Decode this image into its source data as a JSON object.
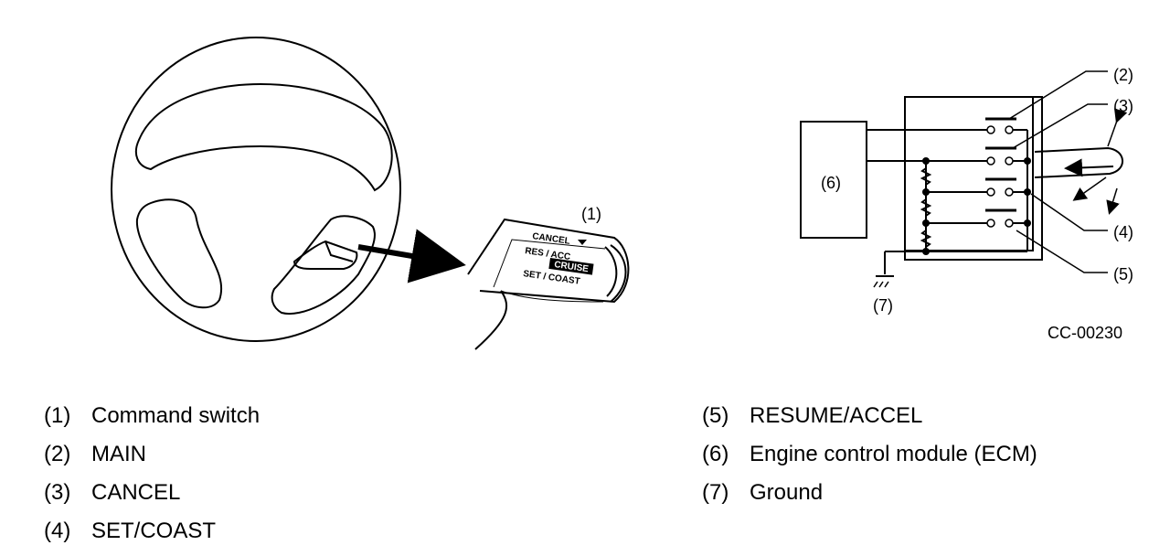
{
  "figure_code": "CC-00230",
  "switch_text": {
    "cancel": "CANCEL",
    "res_acc": "RES / ACC",
    "cruise": "CRUISE",
    "set_coast": "SET / COAST"
  },
  "callouts": {
    "c1": "(1)",
    "c2": "(2)",
    "c3": "(3)",
    "c4": "(4)",
    "c5": "(5)",
    "c6": "(6)",
    "c7": "(7)"
  },
  "legend": [
    {
      "num": "(1)",
      "text": "Command switch"
    },
    {
      "num": "(2)",
      "text": "MAIN"
    },
    {
      "num": "(3)",
      "text": "CANCEL"
    },
    {
      "num": "(4)",
      "text": "SET/COAST"
    },
    {
      "num": "(5)",
      "text": "RESUME/ACCEL"
    },
    {
      "num": "(6)",
      "text": "Engine control module (ECM)"
    },
    {
      "num": "(7)",
      "text": "Ground"
    }
  ]
}
